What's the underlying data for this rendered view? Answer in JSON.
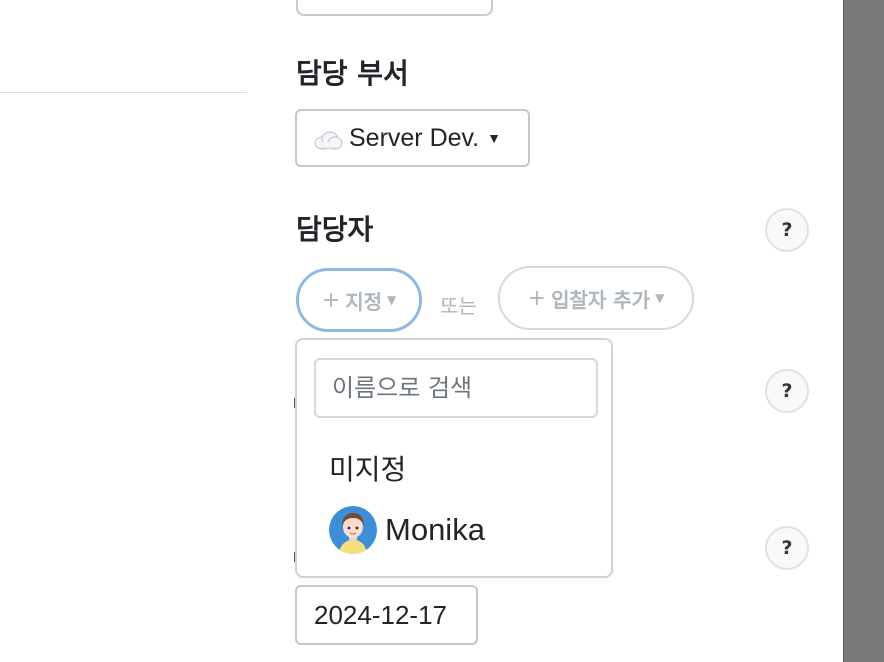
{
  "department": {
    "label": "담당 부서",
    "selected": "Server Dev.",
    "icon": "cloud-icon"
  },
  "assignee": {
    "label": "담당자",
    "help": "?",
    "assign_button": {
      "plus": "+",
      "label": "지정"
    },
    "or_text": "또는",
    "bidder_button": {
      "plus": "+",
      "label": "입찰자 추가"
    }
  },
  "assignee_dropdown": {
    "search_placeholder": "이름으로 검색",
    "items": [
      {
        "label": "미지정"
      },
      {
        "label": "Monika",
        "avatar": "avatar"
      }
    ]
  },
  "help_buttons": [
    "?",
    "?",
    "?"
  ],
  "date_field": {
    "value": "2024-12-17"
  },
  "colors": {
    "focus_border": "#90b8e6",
    "muted_text": "#adb5bd",
    "gutter": "#7a7a7a"
  }
}
